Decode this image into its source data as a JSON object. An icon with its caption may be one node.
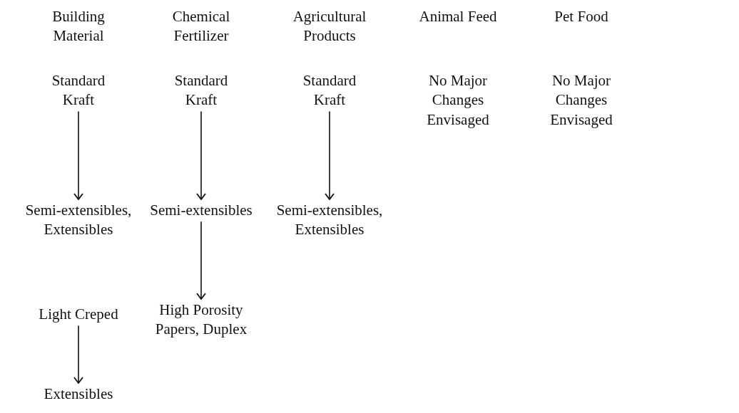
{
  "diagram": {
    "nodes": [
      {
        "text": [
          "Standard Kraft"
        ]
      },
      {
        "text": [
          "Semi-extensibles, Extensibles"
        ]
      },
      {
        "text": [
          "Light Creped"
        ]
      },
      {
        "text": [
          "Extensibles"
        ]
      },
      {
        "text": [
          "Standard Kraft"
        ]
      },
      {
        "text": [
          "Semi-extensibles"
        ]
      },
      {
        "text": [
          "High Porosity Papers, Duplex"
        ]
      },
      {
        "text": [
          "Standard Kraft"
        ]
      },
      {
        "text": [
          "Semi-extensibles, Extensibles"
        ]
      }
    ],
    "edges": [
      {
        "from": 0,
        "to": 1,
        "arrow": "to"
      },
      {
        "from": 2,
        "to": 3,
        "arrow": "to"
      },
      {
        "from": 4,
        "to": 5,
        "arrow": "to"
      },
      {
        "from": 5,
        "to": 6,
        "arrow": "to"
      },
      {
        "from": 7,
        "to": 8,
        "arrow": "to"
      }
    ],
    "labels": [
      "Building Material",
      "Chemical Fertilizer",
      "Agricultural Products",
      "Animal Feed",
      "Pet Food",
      "No Major Changes Envisaged",
      "No Major Changes Envisaged"
    ]
  }
}
